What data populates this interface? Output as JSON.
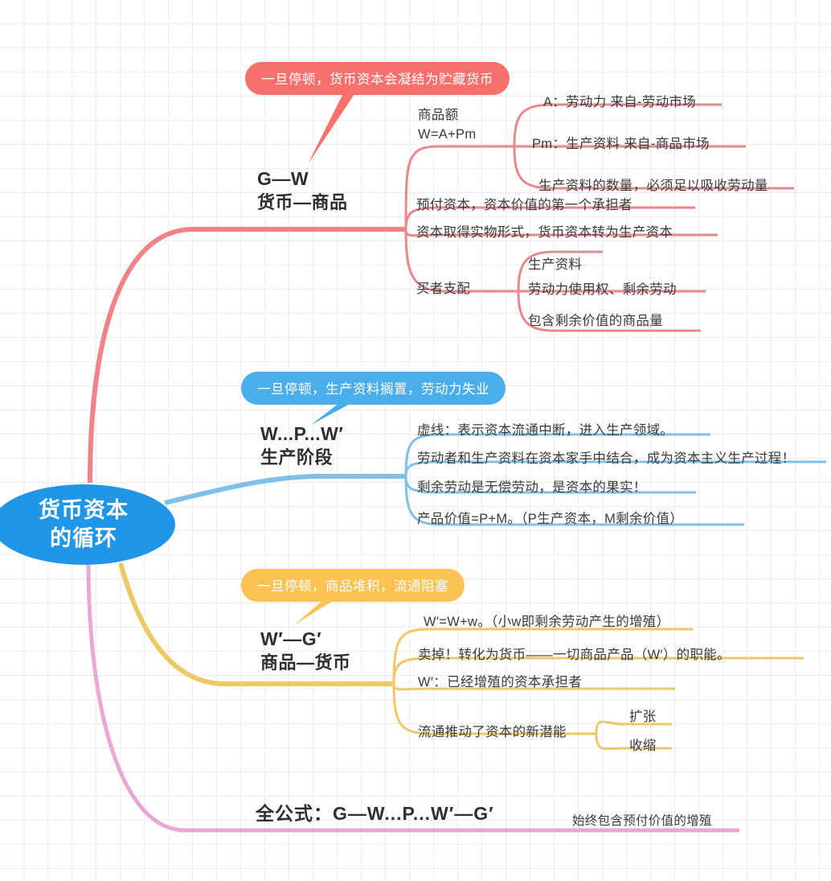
{
  "center": {
    "line1": "货币资本",
    "line2": "的循环"
  },
  "colors": {
    "center": "#2196e8",
    "branch_red": "#f2828a",
    "branch_blue": "#7fc0e8",
    "branch_yellow": "#edc865",
    "branch_pink": "#e9a7d4",
    "callout_red": "#f7706e",
    "callout_blue": "#4aadec",
    "callout_yellow": "#fbc254",
    "text": "#3a3a3a",
    "grid": "#ececec"
  },
  "branches": [
    {
      "id": "g-w",
      "callout": "一旦停顿，货币资本会凝结为贮藏货币",
      "title_line1": "G—W",
      "title_line2": "货币—商品",
      "groups": [
        {
          "label_line1": "商品额",
          "label_line2": "W=A+Pm",
          "children": [
            "A：劳动力   来自-劳动市场",
            "Pm：生产资料  来自-商品市场",
            "生产资料的数量，必须足以吸收劳动量"
          ]
        },
        {
          "label_line1": "",
          "label_line2": "",
          "children": [
            "预付资本，资本价值的第一个承担者",
            "资本取得实物形式，货币资本转为生产资本"
          ]
        },
        {
          "label_line1": "买者支配",
          "label_line2": "",
          "children": [
            "生产资料",
            "劳动力使用权、剩余劳动",
            "包含剩余价值的商品量"
          ]
        }
      ]
    },
    {
      "id": "w-p-w",
      "callout": "一旦停顿，生产资料搁置，劳动力失业",
      "title_line1": "W...P...W′",
      "title_line2": "生产阶段",
      "groups": [
        {
          "label_line1": "",
          "label_line2": "",
          "children": [
            "虚线：表示资本流通中断，进入生产领域。",
            "劳动者和生产资料在资本家手中结合，成为资本主义生产过程！",
            "剩余劳动是无偿劳动，是资本的果实！",
            "产品价值=P+M。（P生产资本，M剩余价值）"
          ]
        }
      ]
    },
    {
      "id": "w-g",
      "callout": "一旦停顿，商品堆积，流通阻塞",
      "title_line1": "W′—G′",
      "title_line2": "商品—货币",
      "groups": [
        {
          "label_line1": "",
          "label_line2": "",
          "children": [
            "W′=W+w。（小w即剩余劳动产生的增殖）",
            "卖掉！转化为货币——一切商品产品（W′）的职能。",
            "W′：已经增殖的资本承担者"
          ]
        },
        {
          "label_line1": "流通推动了资本的新潜能",
          "label_line2": "",
          "children": [
            "扩张",
            "收缩"
          ]
        }
      ]
    },
    {
      "id": "full-formula",
      "callout": "",
      "title_line1": "全公式：G—W...P...W′—G′",
      "title_line2": "",
      "groups": [
        {
          "label_line1": "",
          "label_line2": "",
          "children": [
            "始终包含预付价值的增殖"
          ]
        }
      ]
    }
  ]
}
